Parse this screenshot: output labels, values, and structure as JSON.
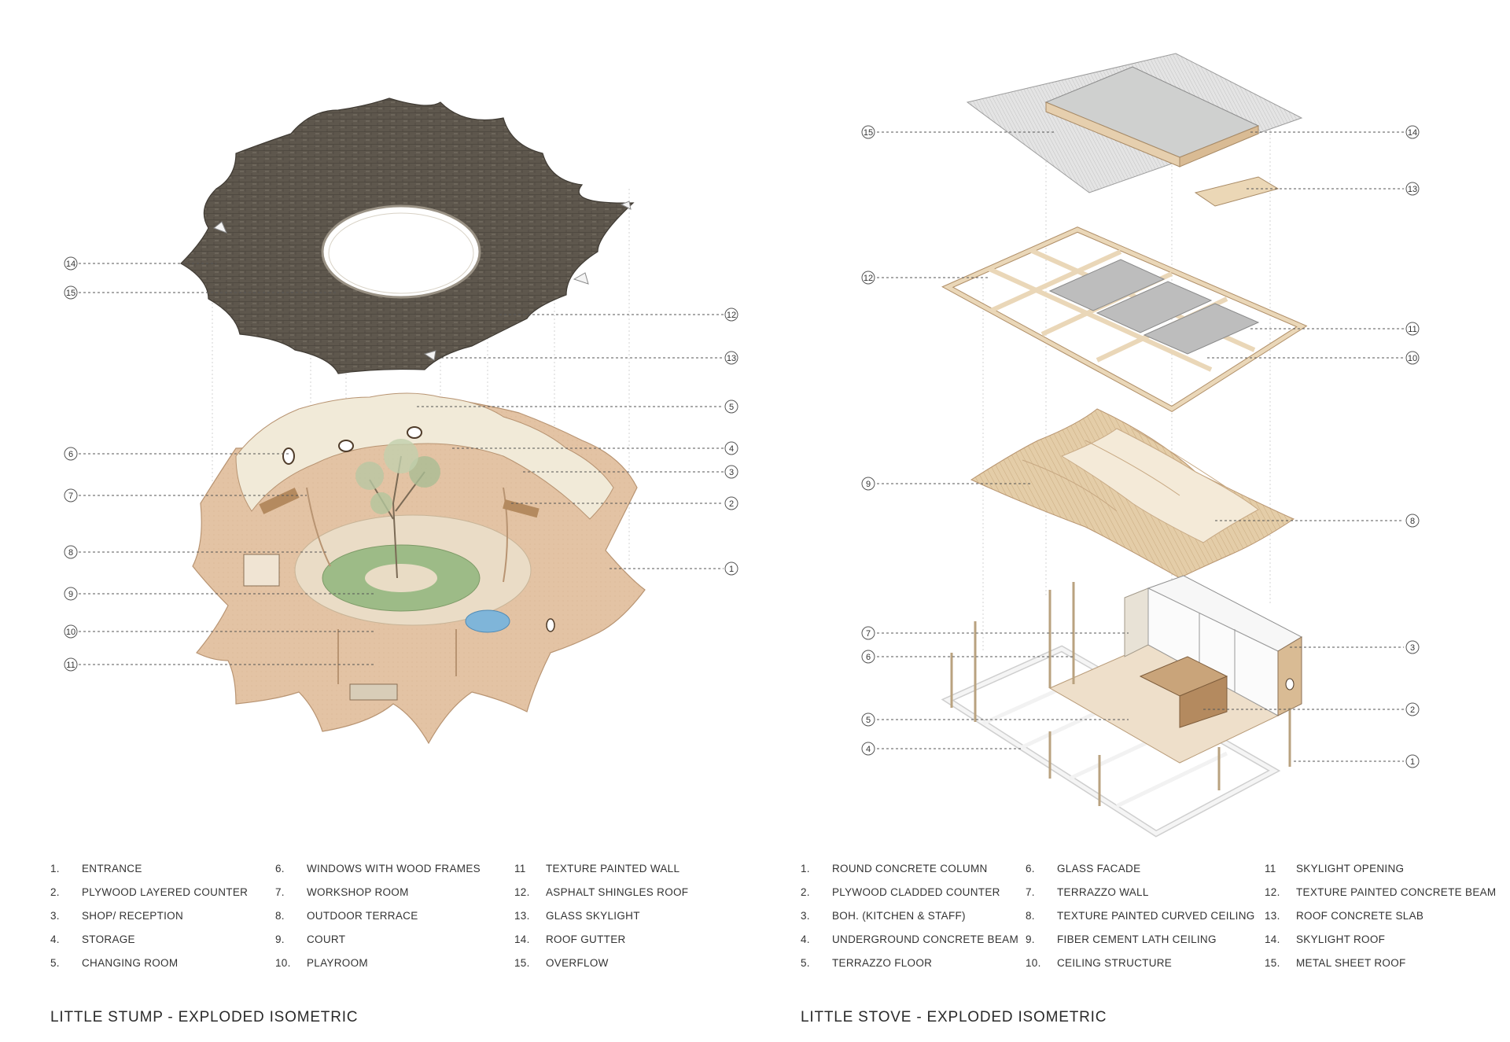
{
  "left": {
    "title": "LITTLE STUMP - EXPLODED ISOMETRIC",
    "legend_cols": [
      [
        {
          "num": "1.",
          "label": "ENTRANCE"
        },
        {
          "num": "2.",
          "label": "PLYWOOD LAYERED COUNTER"
        },
        {
          "num": "3.",
          "label": "SHOP/ RECEPTION"
        },
        {
          "num": "4.",
          "label": "STORAGE"
        },
        {
          "num": "5.",
          "label": "CHANGING ROOM"
        }
      ],
      [
        {
          "num": "6.",
          "label": "WINDOWS WITH WOOD FRAMES"
        },
        {
          "num": "7.",
          "label": "WORKSHOP ROOM"
        },
        {
          "num": "8.",
          "label": "OUTDOOR TERRACE"
        },
        {
          "num": "9.",
          "label": "COURT"
        },
        {
          "num": "10.",
          "label": "PLAYROOM"
        }
      ],
      [
        {
          "num": "11",
          "label": "TEXTURE PAINTED WALL"
        },
        {
          "num": "12.",
          "label": "ASPHALT SHINGLES ROOF"
        },
        {
          "num": "13.",
          "label": "GLASS SKYLIGHT"
        },
        {
          "num": "14.",
          "label": "ROOF GUTTER"
        },
        {
          "num": "15.",
          "label": "OVERFLOW"
        }
      ]
    ],
    "callouts": [
      "14",
      "15",
      "12",
      "13",
      "5",
      "6",
      "4",
      "3",
      "7",
      "2",
      "8",
      "1",
      "9",
      "10",
      "11"
    ]
  },
  "right": {
    "title": "LITTLE STOVE - EXPLODED ISOMETRIC",
    "legend_cols": [
      [
        {
          "num": "1.",
          "label": "ROUND CONCRETE COLUMN"
        },
        {
          "num": "2.",
          "label": "PLYWOOD CLADDED COUNTER"
        },
        {
          "num": "3.",
          "label": "BOH. (KITCHEN & STAFF)"
        },
        {
          "num": "4.",
          "label": "UNDERGROUND CONCRETE BEAM"
        },
        {
          "num": "5.",
          "label": "TERRAZZO FLOOR"
        }
      ],
      [
        {
          "num": "6.",
          "label": "GLASS FACADE"
        },
        {
          "num": "7.",
          "label": "TERRAZZO WALL"
        },
        {
          "num": "8.",
          "label": "TEXTURE PAINTED CURVED CEILING"
        },
        {
          "num": "9.",
          "label": "FIBER CEMENT LATH CEILING"
        },
        {
          "num": "10.",
          "label": "CEILING STRUCTURE"
        }
      ],
      [
        {
          "num": "11",
          "label": "SKYLIGHT OPENING"
        },
        {
          "num": "12.",
          "label": "TEXTURE PAINTED CONCRETE BEAM"
        },
        {
          "num": "13.",
          "label": "ROOF CONCRETE SLAB"
        },
        {
          "num": "14.",
          "label": "SKYLIGHT ROOF"
        },
        {
          "num": "15.",
          "label": "METAL SHEET ROOF"
        }
      ]
    ],
    "callouts": [
      "15",
      "14",
      "13",
      "12",
      "11",
      "10",
      "9",
      "8",
      "7",
      "3",
      "6",
      "2",
      "5",
      "4",
      "1"
    ]
  },
  "colors": {
    "roof_shingle": "#5e574d",
    "roof_shingle_light": "#7b7468",
    "plaster": "#e3c3a4",
    "plaster_dark": "#d2ab87",
    "interior_wall": "#f1ead8",
    "court_grass": "#9dbb87",
    "terrace": "#eadcc6",
    "wood": "#e6cfae",
    "metal_roof": "#d7d7d7",
    "ceiling": "#e9d6b6",
    "concrete": "#f2f2f2"
  }
}
